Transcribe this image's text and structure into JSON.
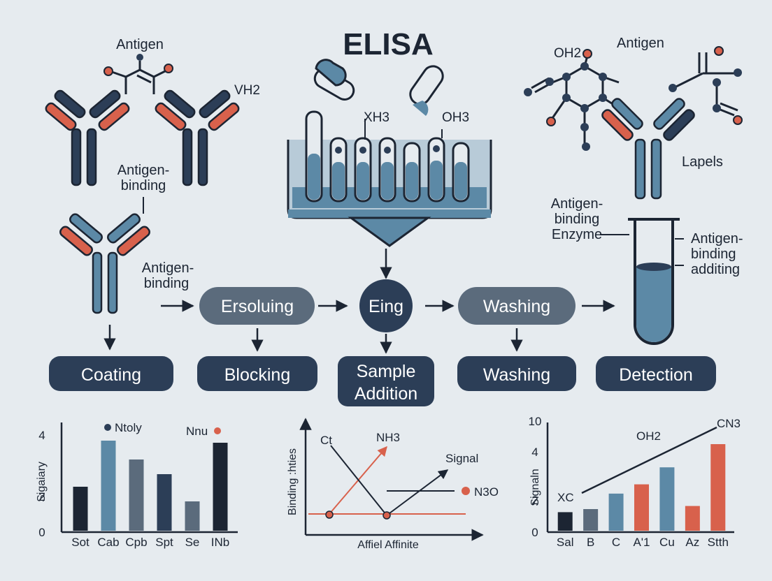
{
  "title": "ELISA",
  "colors": {
    "navy": "#2c3e57",
    "blue": "#5c89a6",
    "red": "#d8614c",
    "gray": "#5b6b7c",
    "bg": "#e6ebef"
  },
  "labels": {
    "antigen_left": "Antigen",
    "vh2": "VH2",
    "antigen_binding_1": "Antigen-",
    "antigen_binding_1b": "binding",
    "antigen_binding_2": "Antigen-",
    "antigen_binding_2b": "binding",
    "xh3": "XH3",
    "oh3": "OH3",
    "oh2_top": "OH2",
    "antigen_right": "Antigen",
    "lapels": "Lapels",
    "enzyme_1": "Antigen-",
    "enzyme_2": "binding",
    "enzyme_3": "Enzyme",
    "tube_1": "Antigen-",
    "tube_2": "binding",
    "tube_3": "additing"
  },
  "flow": {
    "pill1": "Ersoluing",
    "circle": "Eing",
    "pill2": "Washing"
  },
  "steps": [
    "Coating",
    "Blocking",
    "Sample",
    "Addition",
    "Washing",
    "Detection"
  ],
  "chart_data": [
    {
      "type": "bar",
      "ylabel": "Sigaiary",
      "yticks": [
        "4",
        "2",
        "0"
      ],
      "categories": [
        "Sot",
        "Cab",
        "Cpb",
        "Spt",
        "Se",
        "INb"
      ],
      "values": [
        2.1,
        4.3,
        3.4,
        2.7,
        1.4,
        4.2
      ],
      "ylim": [
        0,
        5
      ],
      "legend": [
        {
          "name": "Ntoly",
          "color": "#2c3e57"
        },
        {
          "name": "Nnu",
          "color": "#d8614c"
        }
      ],
      "colors": [
        "#1c2533",
        "#5c89a6",
        "#5b6b7c",
        "#2c3e57",
        "#5b6b7c",
        "#1c2533"
      ]
    },
    {
      "type": "line",
      "xlabel": "Affiel Affinite",
      "ylabel": "Binding :hties",
      "annotations": [
        "Ct",
        "NH3",
        "Signal",
        "N3O"
      ]
    },
    {
      "type": "bar",
      "ylabel": "Signaln",
      "yticks": [
        "10",
        "4",
        "2",
        "0"
      ],
      "categories": [
        "Sal",
        "B",
        "C",
        "A'1",
        "Cu",
        "Az",
        "Stth"
      ],
      "values": [
        1.2,
        1.4,
        2.4,
        3.0,
        4.1,
        1.6,
        5.6
      ],
      "ylim": [
        0,
        7
      ],
      "colors": [
        "#1c2533",
        "#5b6b7c",
        "#5c89a6",
        "#d8614c",
        "#5c89a6",
        "#d8614c",
        "#d8614c"
      ],
      "annotations": [
        "XC",
        "OH2",
        "CN3"
      ]
    }
  ]
}
